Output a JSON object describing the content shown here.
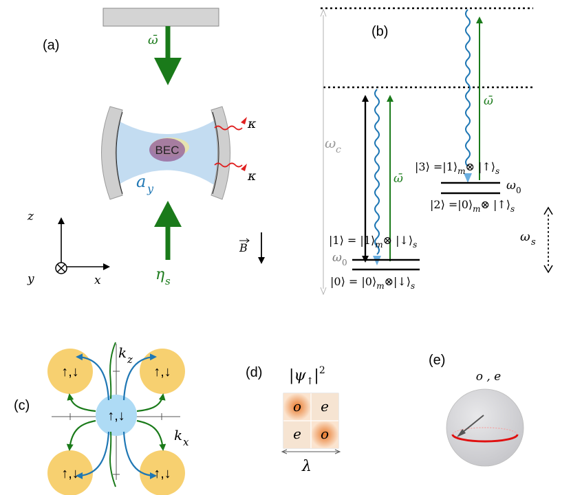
{
  "panel_a": {
    "label": "(a)",
    "omega_bar": "ω̄",
    "bec": "BEC",
    "kappa": "κ",
    "mode_a": "a",
    "mode_sub": "y",
    "eta": "η",
    "eta_sub": "s",
    "axis_z": "z",
    "axis_y": "y",
    "axis_x": "x",
    "field_b": "B",
    "colors": {
      "pump": "#1a7a1a",
      "cavity": "#1f77b4",
      "loss": "#e02020"
    }
  },
  "panel_b": {
    "label": "(b)",
    "omega_c": "ω",
    "omega_c_sub": "c",
    "omega_bar_left": "ω̄",
    "omega_bar_right": "ω̄",
    "state3": "|3⟩ =|1⟩",
    "state3_tail": "⊗ |↑⟩",
    "state2": "|2⟩ =|0⟩",
    "state2_tail": "⊗ |↑⟩",
    "state1": "|1⟩ = |1⟩",
    "state1_tail": "⊗ |↓⟩",
    "state0": "|0⟩ = |0⟩",
    "state0_tail": "⊗|↓⟩",
    "sub_m": "m",
    "sub_s": "s",
    "omega0_right": "ω",
    "omega0_left": "ω",
    "sub_0": "0",
    "omega_s": "ω",
    "omega_s_sub": "s"
  },
  "panel_c": {
    "label": "(c)",
    "kz": "k",
    "kz_sub": "z",
    "kx": "k",
    "kx_sub": "x",
    "site_label": "↑,↓"
  },
  "panel_d": {
    "label": "(d)",
    "title": "|ψ",
    "title_sub": "↑",
    "title_sup": "|",
    "title_pow": "2",
    "cells": [
      "o",
      "e",
      "e",
      "o"
    ],
    "lambda": "λ"
  },
  "panel_e": {
    "label": "(e)",
    "title": "o , e"
  }
}
